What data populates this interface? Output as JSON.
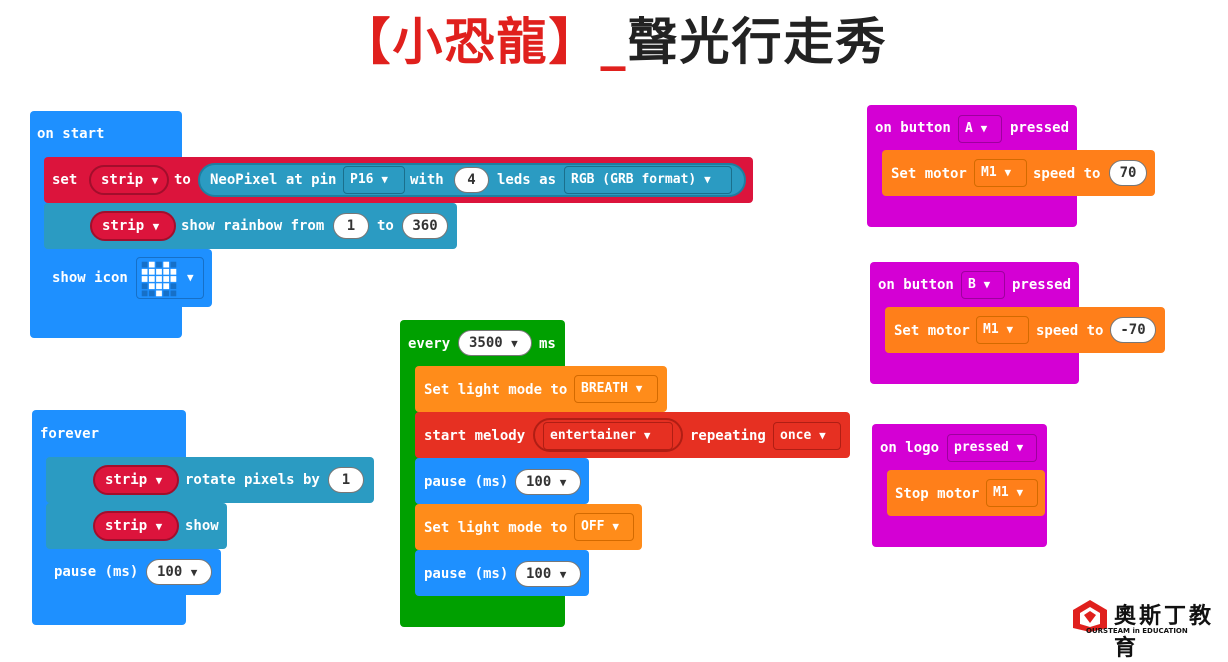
{
  "title": {
    "part1": "【小恐龍】_",
    "part2": "聲光行走秀"
  },
  "colors": {
    "basic": "#1e90ff",
    "neopixel": "#2b9bc2",
    "var": "#dc143c",
    "loops": "#00a000",
    "custom": "#ff8c1a",
    "music": "#e63022",
    "motor": "#ff7f1a",
    "input": "#d400d4"
  },
  "on_start": {
    "hat": "on start",
    "set": {
      "label": "set",
      "var": "strip",
      "to": "to",
      "neo": "NeoPixel at pin",
      "pin": "P16",
      "with": "with",
      "count": "4",
      "leds_as": "leds as",
      "format": "RGB (GRB format)"
    },
    "rainbow": {
      "var": "strip",
      "text": "show rainbow from",
      "from": "1",
      "to_label": "to",
      "to": "360"
    },
    "icon": {
      "label": "show icon",
      "icon_name": "heart-icon"
    }
  },
  "forever": {
    "hat": "forever",
    "rotate": {
      "var": "strip",
      "text": "rotate pixels by",
      "value": "1"
    },
    "show": {
      "var": "strip",
      "text": "show"
    },
    "pause": {
      "label": "pause (ms)",
      "value": "100"
    }
  },
  "every": {
    "hat_label": "every",
    "interval": "3500",
    "unit": "ms",
    "light1": {
      "label": "Set light mode to",
      "value": "BREATH"
    },
    "melody": {
      "label": "start melody",
      "tune": "entertainer",
      "repeating": "repeating",
      "mode": "once"
    },
    "pause1": {
      "label": "pause (ms)",
      "value": "100"
    },
    "light2": {
      "label": "Set light mode to",
      "value": "OFF"
    },
    "pause2": {
      "label": "pause (ms)",
      "value": "100"
    }
  },
  "button_a": {
    "on": "on button",
    "button": "A",
    "pressed": "pressed",
    "set": "Set motor",
    "motor": "M1",
    "speed": "speed to",
    "value": "70"
  },
  "button_b": {
    "on": "on button",
    "button": "B",
    "pressed": "pressed",
    "set": "Set motor",
    "motor": "M1",
    "speed": "speed to",
    "value": "-70"
  },
  "logo_block": {
    "on": "on logo",
    "event": "pressed",
    "stop": "Stop motor",
    "motor": "M1"
  },
  "brand": {
    "name": "奧斯丁教育",
    "tagline": "OURSTEAM in EDUCATION"
  },
  "arrow": "▼"
}
